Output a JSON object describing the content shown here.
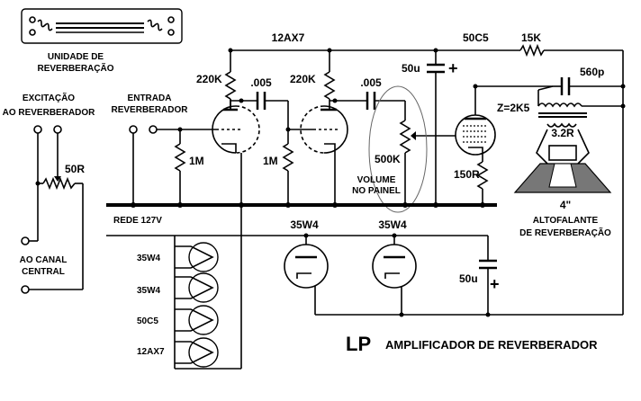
{
  "title_prefix": "LP",
  "title": "AMPLIFICADOR DE REVERBERADOR",
  "reverb_unit_label": [
    "UNIDADE DE",
    "REVERBERAÇÃO"
  ],
  "excitation_label": [
    "EXCITAÇÃO",
    "AO REVERBERADOR"
  ],
  "canal_label": [
    "AO CANAL",
    "CENTRAL"
  ],
  "input_label": [
    "ENTRADA",
    "REVERBERADOR"
  ],
  "mains_label": "REDE 127V",
  "volume_label": [
    "VOLUME",
    "NO PAINEL"
  ],
  "speaker_label": [
    "ALTOFALANTE",
    "DE REVERBERAÇÃO"
  ],
  "speaker_size": "4\"",
  "speaker_impedance": "3.2R",
  "output_impedance": "Z=2K5",
  "components": {
    "pot_50r": "50R",
    "r_220k_1": "220K",
    "r_220k_2": "220K",
    "c_005_1": ".005",
    "c_005_2": ".005",
    "r_1m_1": "1M",
    "r_1m_2": "1M",
    "pot_500k": "500K",
    "tube_12ax7": "12AX7",
    "tube_50c5": "50C5",
    "r_15k": "15K",
    "c_560p": "560p",
    "c_50u_top": "50u",
    "c_50u_bottom": "50u",
    "r_150r": "150R",
    "rect_1": "35W4",
    "rect_2": "35W4"
  },
  "heater_chain": [
    "35W4",
    "35W4",
    "50C5",
    "12AX7"
  ],
  "plus_sign": "+"
}
